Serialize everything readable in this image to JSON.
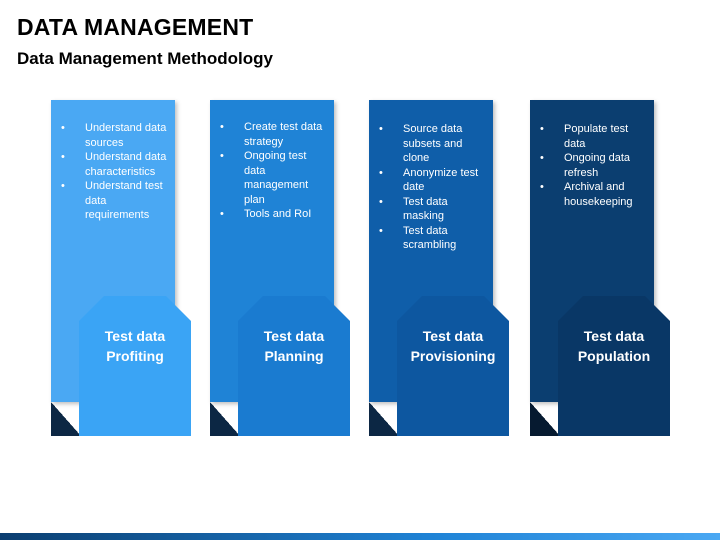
{
  "title": "DATA MANAGEMENT",
  "subtitle": "Data Management Methodology",
  "colors": {
    "col1_bar": "#4aa8f3",
    "col1_tag": "#3aa4f5",
    "col2_bar": "#1f83d6",
    "col2_tag": "#1a7bd0",
    "col3_bar": "#0f5ea9",
    "col3_tag": "#0d57a0",
    "col4_bar": "#0b3e70",
    "col4_tag": "#093766",
    "fold": "#0c2744",
    "footer_left": "#0b3e70",
    "footer_right": "#4aa8f3"
  },
  "columns": [
    {
      "label_line1": "Test data",
      "label_line2": "Profiting",
      "bullets": [
        "Understand data sources",
        "Understand data characteristics",
        "Understand test data requirements"
      ]
    },
    {
      "label_line1": "Test data",
      "label_line2": "Planning",
      "bullets": [
        "Create test data strategy",
        "Ongoing test data management plan",
        "Tools and RoI"
      ]
    },
    {
      "label_line1": "Test data",
      "label_line2": "Provisioning",
      "bullets": [
        "Source data subsets and clone",
        "Anonymize test date",
        "Test data masking",
        "Test data scrambling"
      ]
    },
    {
      "label_line1": "Test data",
      "label_line2": "Population",
      "bullets": [
        "Populate test data",
        "Ongoing data refresh",
        "Archival and housekeeping"
      ]
    }
  ]
}
